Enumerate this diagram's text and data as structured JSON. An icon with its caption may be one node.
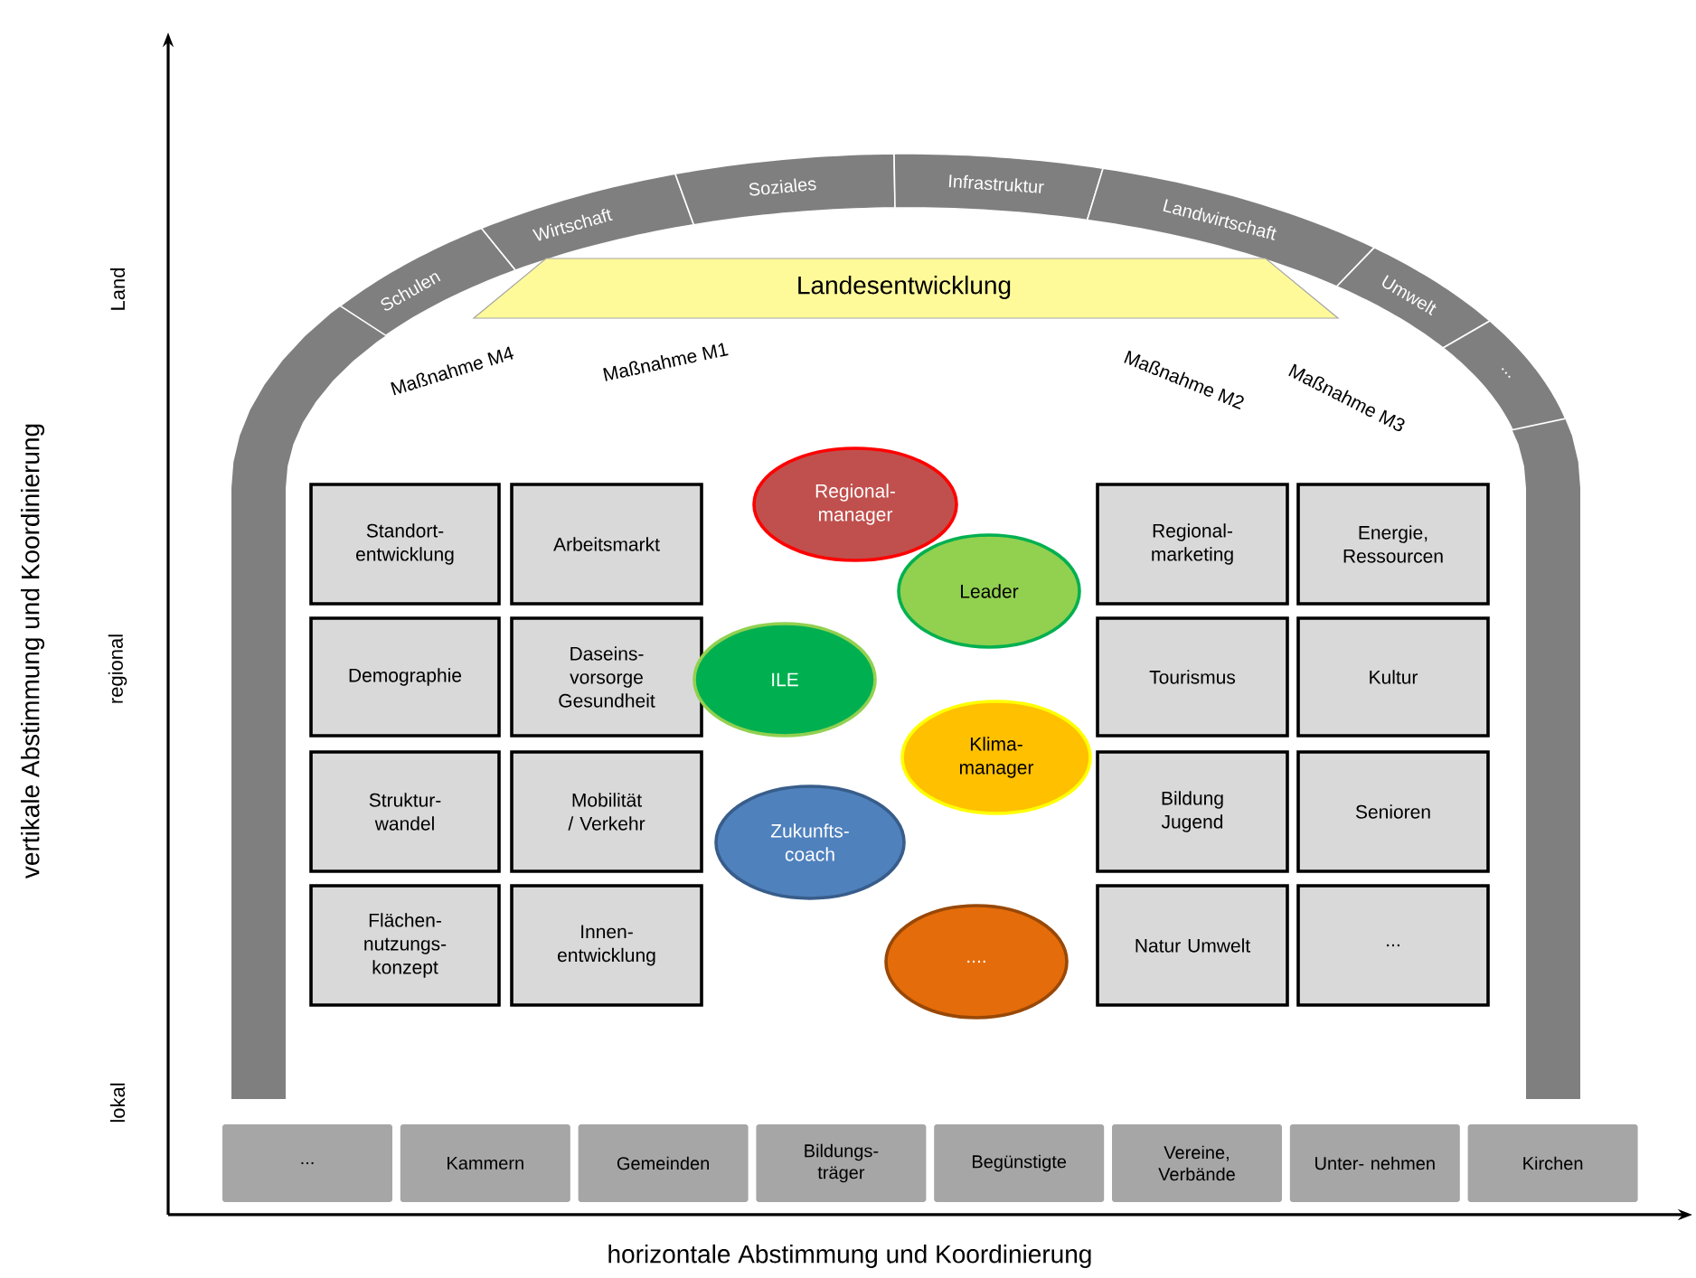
{
  "diagram": {
    "nodes": [
      {
        "text": [
          "Schulen"
        ]
      },
      {
        "text": [
          "Wirtschaft"
        ]
      },
      {
        "text": [
          "Soziales"
        ]
      },
      {
        "text": [
          "Infrastruktur"
        ]
      },
      {
        "text": [
          "Landwirtschaft"
        ]
      },
      {
        "text": [
          "Umwelt"
        ]
      },
      {
        "text": [
          "..."
        ]
      },
      {
        "text": [
          "Landesentwicklung"
        ]
      },
      {
        "text": [
          "Standort- entwicklung"
        ]
      },
      {
        "text": [
          "Arbeitsmarkt"
        ]
      },
      {
        "text": [
          "Demographie"
        ]
      },
      {
        "text": [
          "Daseins- vorsorge Gesundheit"
        ]
      },
      {
        "text": [
          "Struktur- wandel"
        ]
      },
      {
        "text": [
          "Mobilität / Verkehr"
        ]
      },
      {
        "text": [
          "Flächen- nutzungs- konzept"
        ]
      },
      {
        "text": [
          "Innen- entwicklung"
        ]
      },
      {
        "text": [
          "Regional- manager"
        ]
      },
      {
        "text": [
          "Leader"
        ]
      },
      {
        "text": [
          "ILE"
        ]
      },
      {
        "text": [
          "Klima- manager"
        ]
      },
      {
        "text": [
          "Zukunfts- coach"
        ]
      },
      {
        "text": [
          "...."
        ]
      },
      {
        "text": [
          "Regional- marketing"
        ]
      },
      {
        "text": [
          "Energie, Ressourcen"
        ]
      },
      {
        "text": [
          "Tourismus"
        ]
      },
      {
        "text": [
          "Kultur"
        ]
      },
      {
        "text": [
          "Bildung Jugend"
        ]
      },
      {
        "text": [
          "Senioren"
        ]
      },
      {
        "text": [
          "Natur Umwelt"
        ]
      },
      {
        "text": [
          "..."
        ]
      },
      {
        "text": [
          "..."
        ]
      },
      {
        "text": [
          "Kammern"
        ]
      },
      {
        "text": [
          "Gemeinden"
        ]
      },
      {
        "text": [
          "Bildungs- träger"
        ]
      },
      {
        "text": [
          "Begünstigte"
        ]
      },
      {
        "text": [
          "Vereine, Verbände"
        ]
      },
      {
        "text": [
          "Unter- nehmen"
        ]
      },
      {
        "text": [
          "Kirchen"
        ]
      }
    ],
    "labels": [
      "Land",
      "vertikale Abstimmung und Koordinierung",
      "Maßnahme M4",
      "Maßnahme M1",
      "Maßnahme M2",
      "Maßnahme M3",
      "regional",
      "lokal",
      "horizontale Abstimmung und Koordinierung"
    ]
  }
}
